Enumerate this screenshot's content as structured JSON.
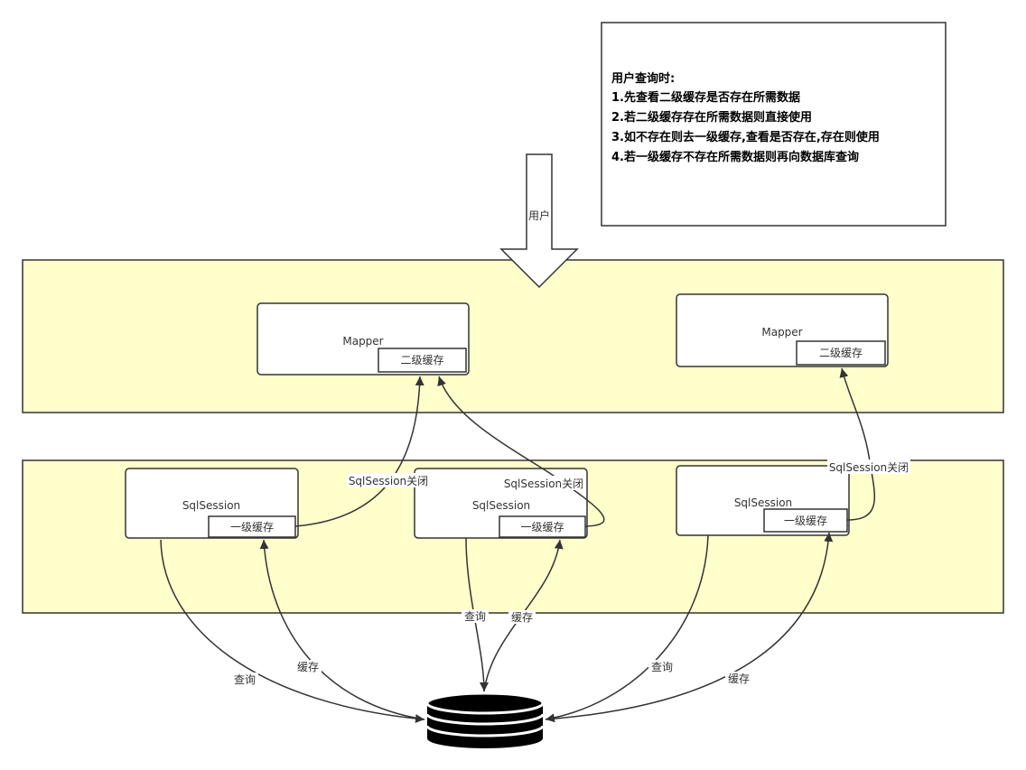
{
  "note": {
    "heading": "用户查询时:",
    "lines": [
      "1.先查看二级缓存是否存在所需数据",
      "2.若二级缓存存在所需数据则直接使用",
      "3.如不存在则去一级缓存,查看是否存在,存在则使用",
      "4.若一级缓存不存在所需数据则再向数据库查询"
    ]
  },
  "user_arrow": {
    "label": "用户"
  },
  "mappers": [
    {
      "title": "Mapper",
      "cache": "二级缓存"
    },
    {
      "title": "Mapper",
      "cache": "二级缓存"
    }
  ],
  "sessions": [
    {
      "title": "SqlSession",
      "cache": "一级缓存"
    },
    {
      "title": "SqlSession",
      "cache": "一级缓存"
    },
    {
      "title": "SqlSession",
      "cache": "一级缓存"
    }
  ],
  "edge_labels": {
    "session_close": "SqlSession关闭",
    "query": "查询",
    "cache": "缓存"
  },
  "colors": {
    "layer_fill": "#ffffcc",
    "stroke": "#333333"
  }
}
